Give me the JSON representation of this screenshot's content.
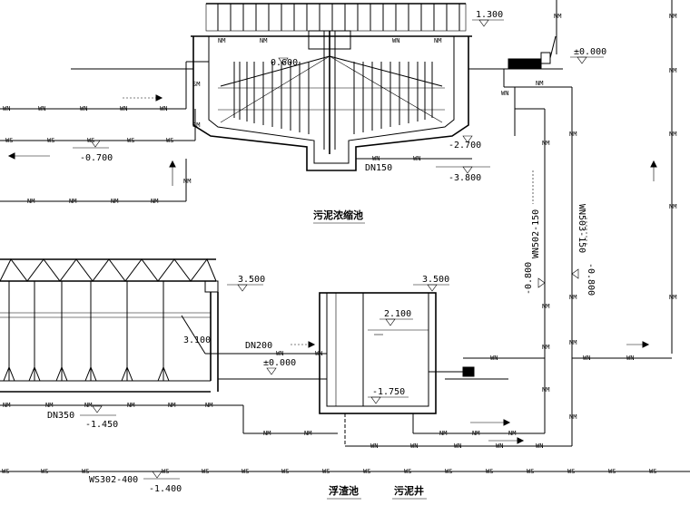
{
  "line_codes": {
    "wn": "WN",
    "nm": "NM",
    "ws": "WS",
    "sm": "SM"
  },
  "elevations": {
    "e_1300": "1.300",
    "e_pm0_top": "±0.000",
    "e_0600": "0.600",
    "e_m0700": "-0.700",
    "e_m2700": "-2.700",
    "e_m3800": "-3.800",
    "e_3500_a": "3.500",
    "e_3500_b": "3.500",
    "e_2100": "2.100",
    "e_3100": "3.100",
    "e_pm0_mid": "±0.000",
    "e_m1750": "-1.750",
    "e_m1450": "-1.450",
    "e_m1400": "-1.400",
    "e_m0800_a": "-0.800",
    "e_m0800_b": "-0.800"
  },
  "pipes": {
    "dn150": "DN150",
    "dn200": "DN200",
    "dn350": "DN350",
    "wn502": "WN502-150",
    "wn503": "WN503-150",
    "ws302": "WS302-400"
  },
  "captions": {
    "sludge_thickener": "污泥浓缩池",
    "flotation_tank": "浮渣池",
    "sludge_well": "污泥井"
  }
}
